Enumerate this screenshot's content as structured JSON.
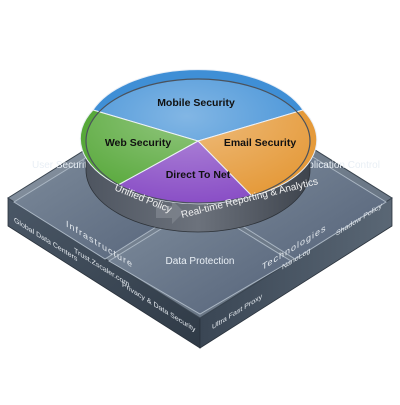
{
  "diagram": {
    "pie": {
      "wedges": [
        {
          "label": "Mobile Security",
          "color": "#3f8fd6"
        },
        {
          "label": "Email Security",
          "color": "#e59a3a"
        },
        {
          "label": "Direct To Net",
          "color": "#8a4fc6"
        },
        {
          "label": "Web Security",
          "color": "#57a83a"
        }
      ],
      "ring_labels": {
        "left": "Unified Policy",
        "right": "Real-time Reporting & Analytics"
      }
    },
    "platform": {
      "tiles": {
        "top": "",
        "left": "User Security",
        "right": "Application Control",
        "bottom": "Data Protection"
      },
      "left_side": {
        "heading": "Infrastructure",
        "items": [
          "Global Data Centers",
          "Trust.Zscaler.com",
          "Privacy & Data Security"
        ]
      },
      "right_side": {
        "heading": "Technologies",
        "items": [
          "NanoLog",
          "Shadow Policy",
          "Ultra Fast Proxy"
        ]
      }
    }
  }
}
